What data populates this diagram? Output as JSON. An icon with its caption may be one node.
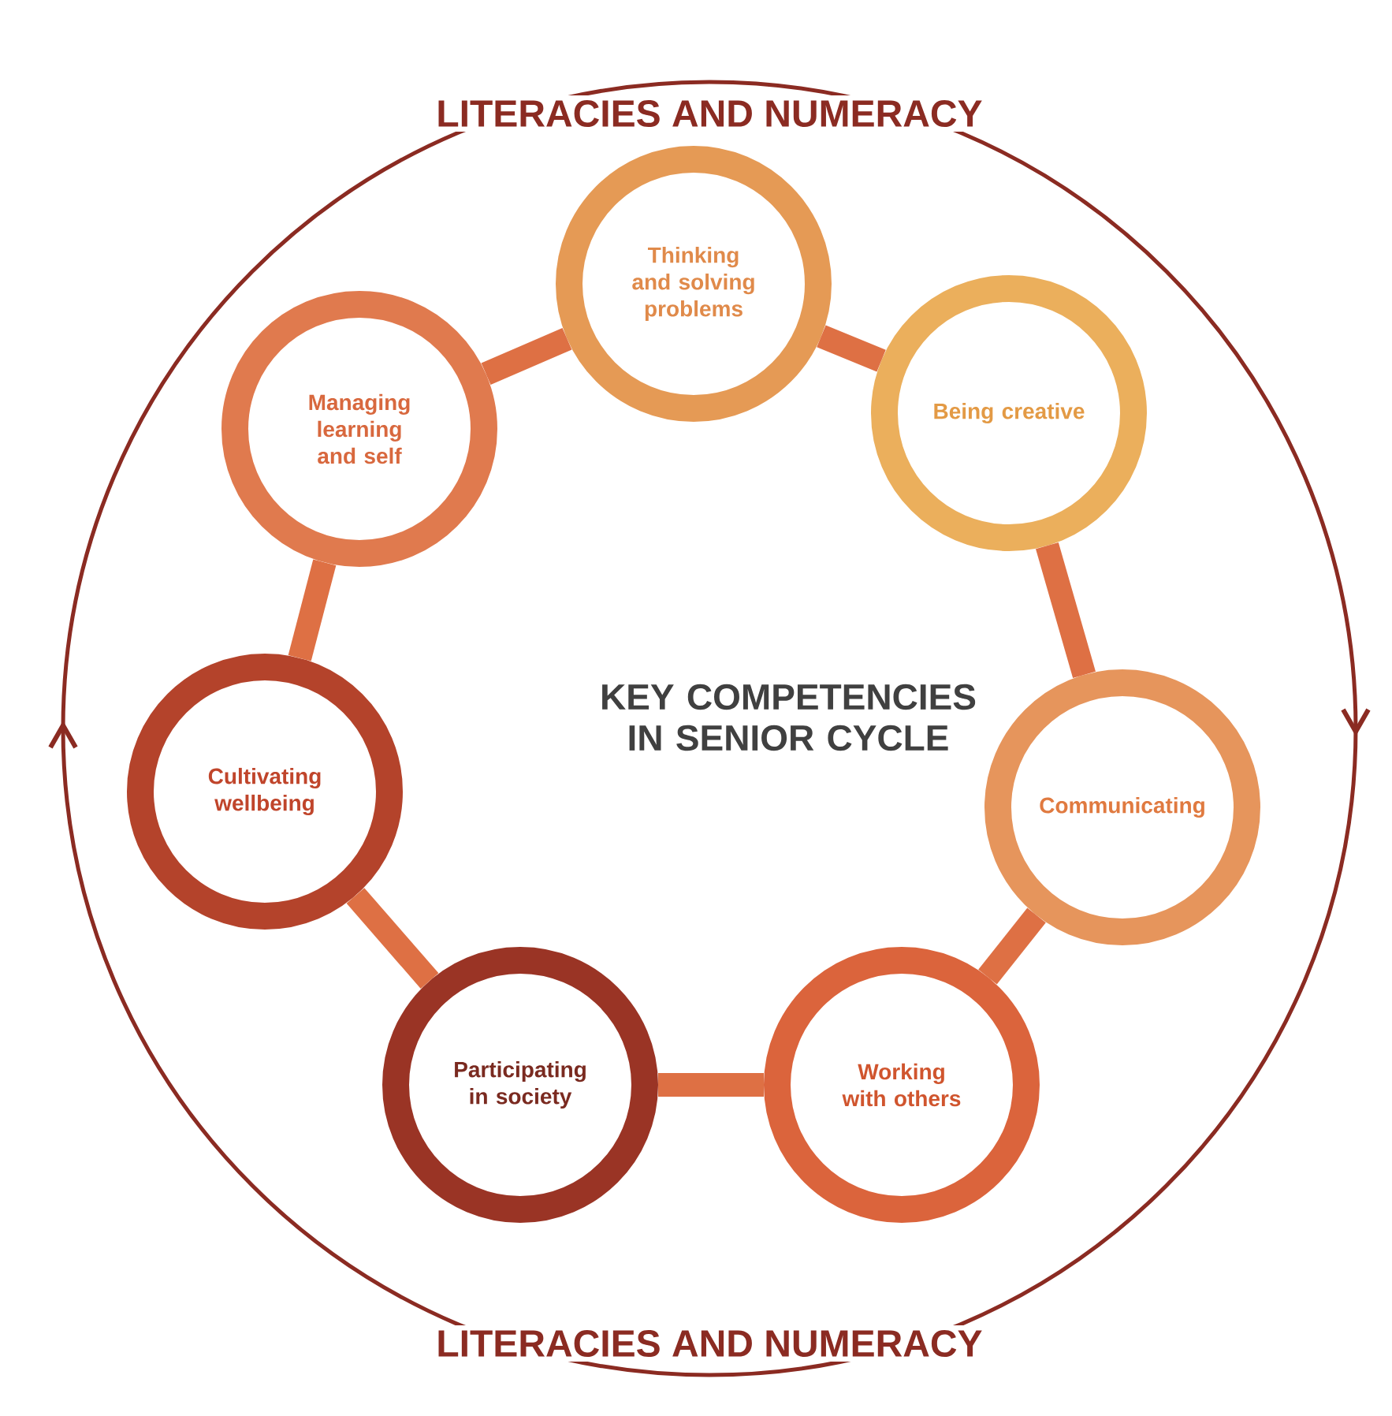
{
  "diagram": {
    "title": "KEY COMPETENCIES IN SENIOR CYCLE",
    "nodes": [
      {
        "text": [
          "Thinking and solving problems"
        ]
      },
      {
        "text": [
          "Being creative"
        ]
      },
      {
        "text": [
          "Communicating"
        ]
      },
      {
        "text": [
          "Working with others"
        ]
      },
      {
        "text": [
          "Participating in society"
        ]
      },
      {
        "text": [
          "Cultivating wellbeing"
        ]
      },
      {
        "text": [
          "Managing learning and self"
        ]
      }
    ],
    "edges": [
      {
        "from": 0,
        "to": 1,
        "arrow": "none"
      },
      {
        "from": 1,
        "to": 2,
        "arrow": "none"
      },
      {
        "from": 2,
        "to": 3,
        "arrow": "none"
      },
      {
        "from": 3,
        "to": 4,
        "arrow": "none"
      },
      {
        "from": 4,
        "to": 5,
        "arrow": "none"
      },
      {
        "from": 5,
        "to": 6,
        "arrow": "none"
      },
      {
        "from": 6,
        "to": 0,
        "arrow": "none"
      }
    ],
    "labels": [
      "LITERACIES AND NUMERACY",
      "LITERACIES AND NUMERACY"
    ]
  }
}
